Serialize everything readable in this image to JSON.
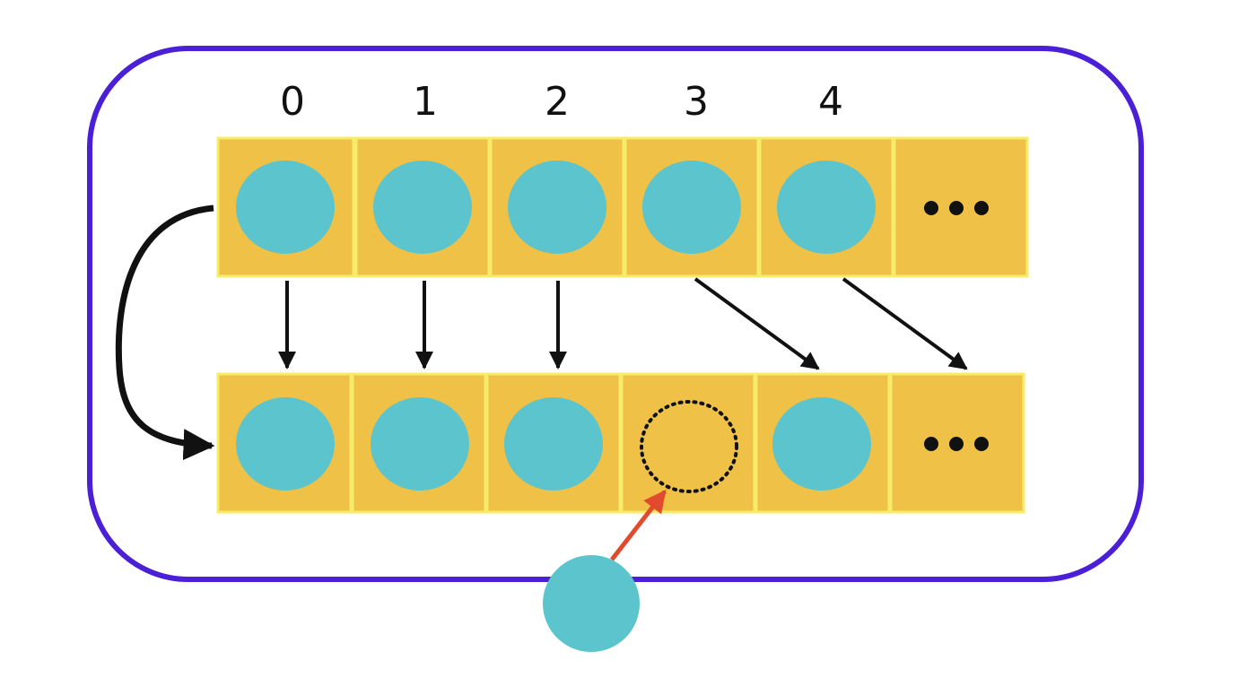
{
  "diagram": {
    "indices": [
      "0",
      "1",
      "2",
      "3",
      "4"
    ],
    "top_row": {
      "cells": [
        {
          "content": "element"
        },
        {
          "content": "element"
        },
        {
          "content": "element"
        },
        {
          "content": "element"
        },
        {
          "content": "element"
        },
        {
          "content": "ellipsis"
        }
      ]
    },
    "bottom_row": {
      "cells": [
        {
          "content": "element"
        },
        {
          "content": "element"
        },
        {
          "content": "element"
        },
        {
          "content": "empty-slot"
        },
        {
          "content": "element"
        },
        {
          "content": "ellipsis"
        }
      ]
    },
    "inserted_element": {
      "target_index": 3
    },
    "colors": {
      "frame": "#4a1fd6",
      "cell_fill": "#efc146",
      "cell_border": "#f7ec6a",
      "element": "#5bc4cc",
      "arrow": "#111111",
      "insert_arrow": "#e24a2e"
    }
  }
}
